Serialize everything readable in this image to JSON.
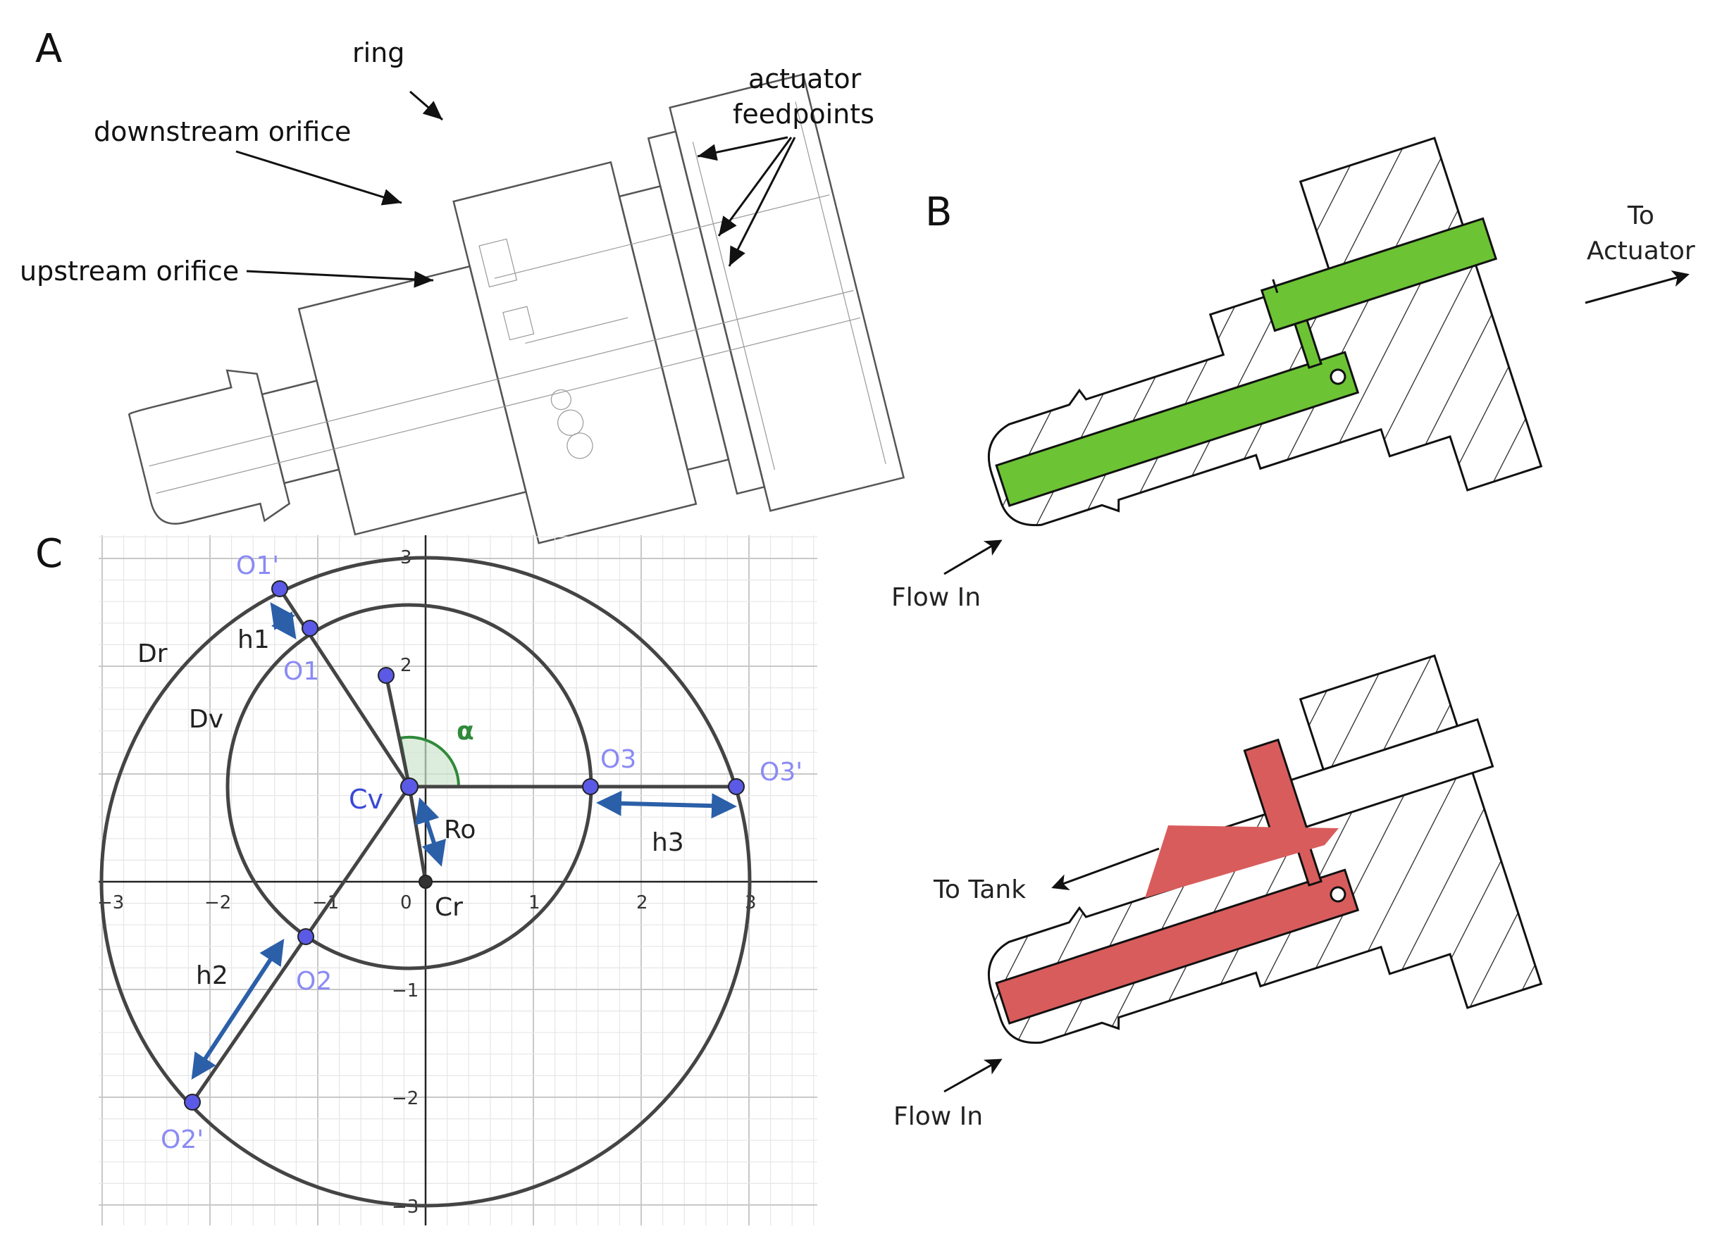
{
  "panels": {
    "a": {
      "letter": "A",
      "labels": {
        "ring": "ring",
        "downstream": "downstream orifice",
        "upstream": "upstream orifice",
        "actuator_1": "actuator",
        "actuator_2": "feedpoints"
      }
    },
    "b": {
      "letter": "B",
      "top": {
        "flow_in": "Flow In",
        "outlet_1": "To",
        "outlet_2": "Actuator",
        "channel_color": "#6cc334"
      },
      "bottom": {
        "flow_in": "Flow In",
        "outlet": "To Tank",
        "channel_color": "#d95c5c"
      }
    },
    "c": {
      "letter": "C",
      "points": {
        "O1p": "O1'",
        "O1": "O1",
        "O2": "O2",
        "O2p": "O2'",
        "O3": "O3",
        "O3p": "O3'",
        "Cv": "Cv",
        "Cr": "Cr"
      },
      "dims": {
        "Dr": "Dr",
        "Dv": "Dv",
        "h1": "h1",
        "h2": "h2",
        "h3": "h3",
        "Ro": "Ro",
        "alpha": "α"
      },
      "axis": {
        "x_ticks": [
          "−3",
          "−2",
          "−1",
          "0",
          "1",
          "2",
          "3"
        ],
        "y_ticks": [
          "3",
          "2",
          "−1",
          "−2",
          "−3"
        ]
      },
      "colors": {
        "point": "#5a5ae6",
        "arrow": "#2b5fa8",
        "angle": "#2f8a3a"
      }
    }
  }
}
